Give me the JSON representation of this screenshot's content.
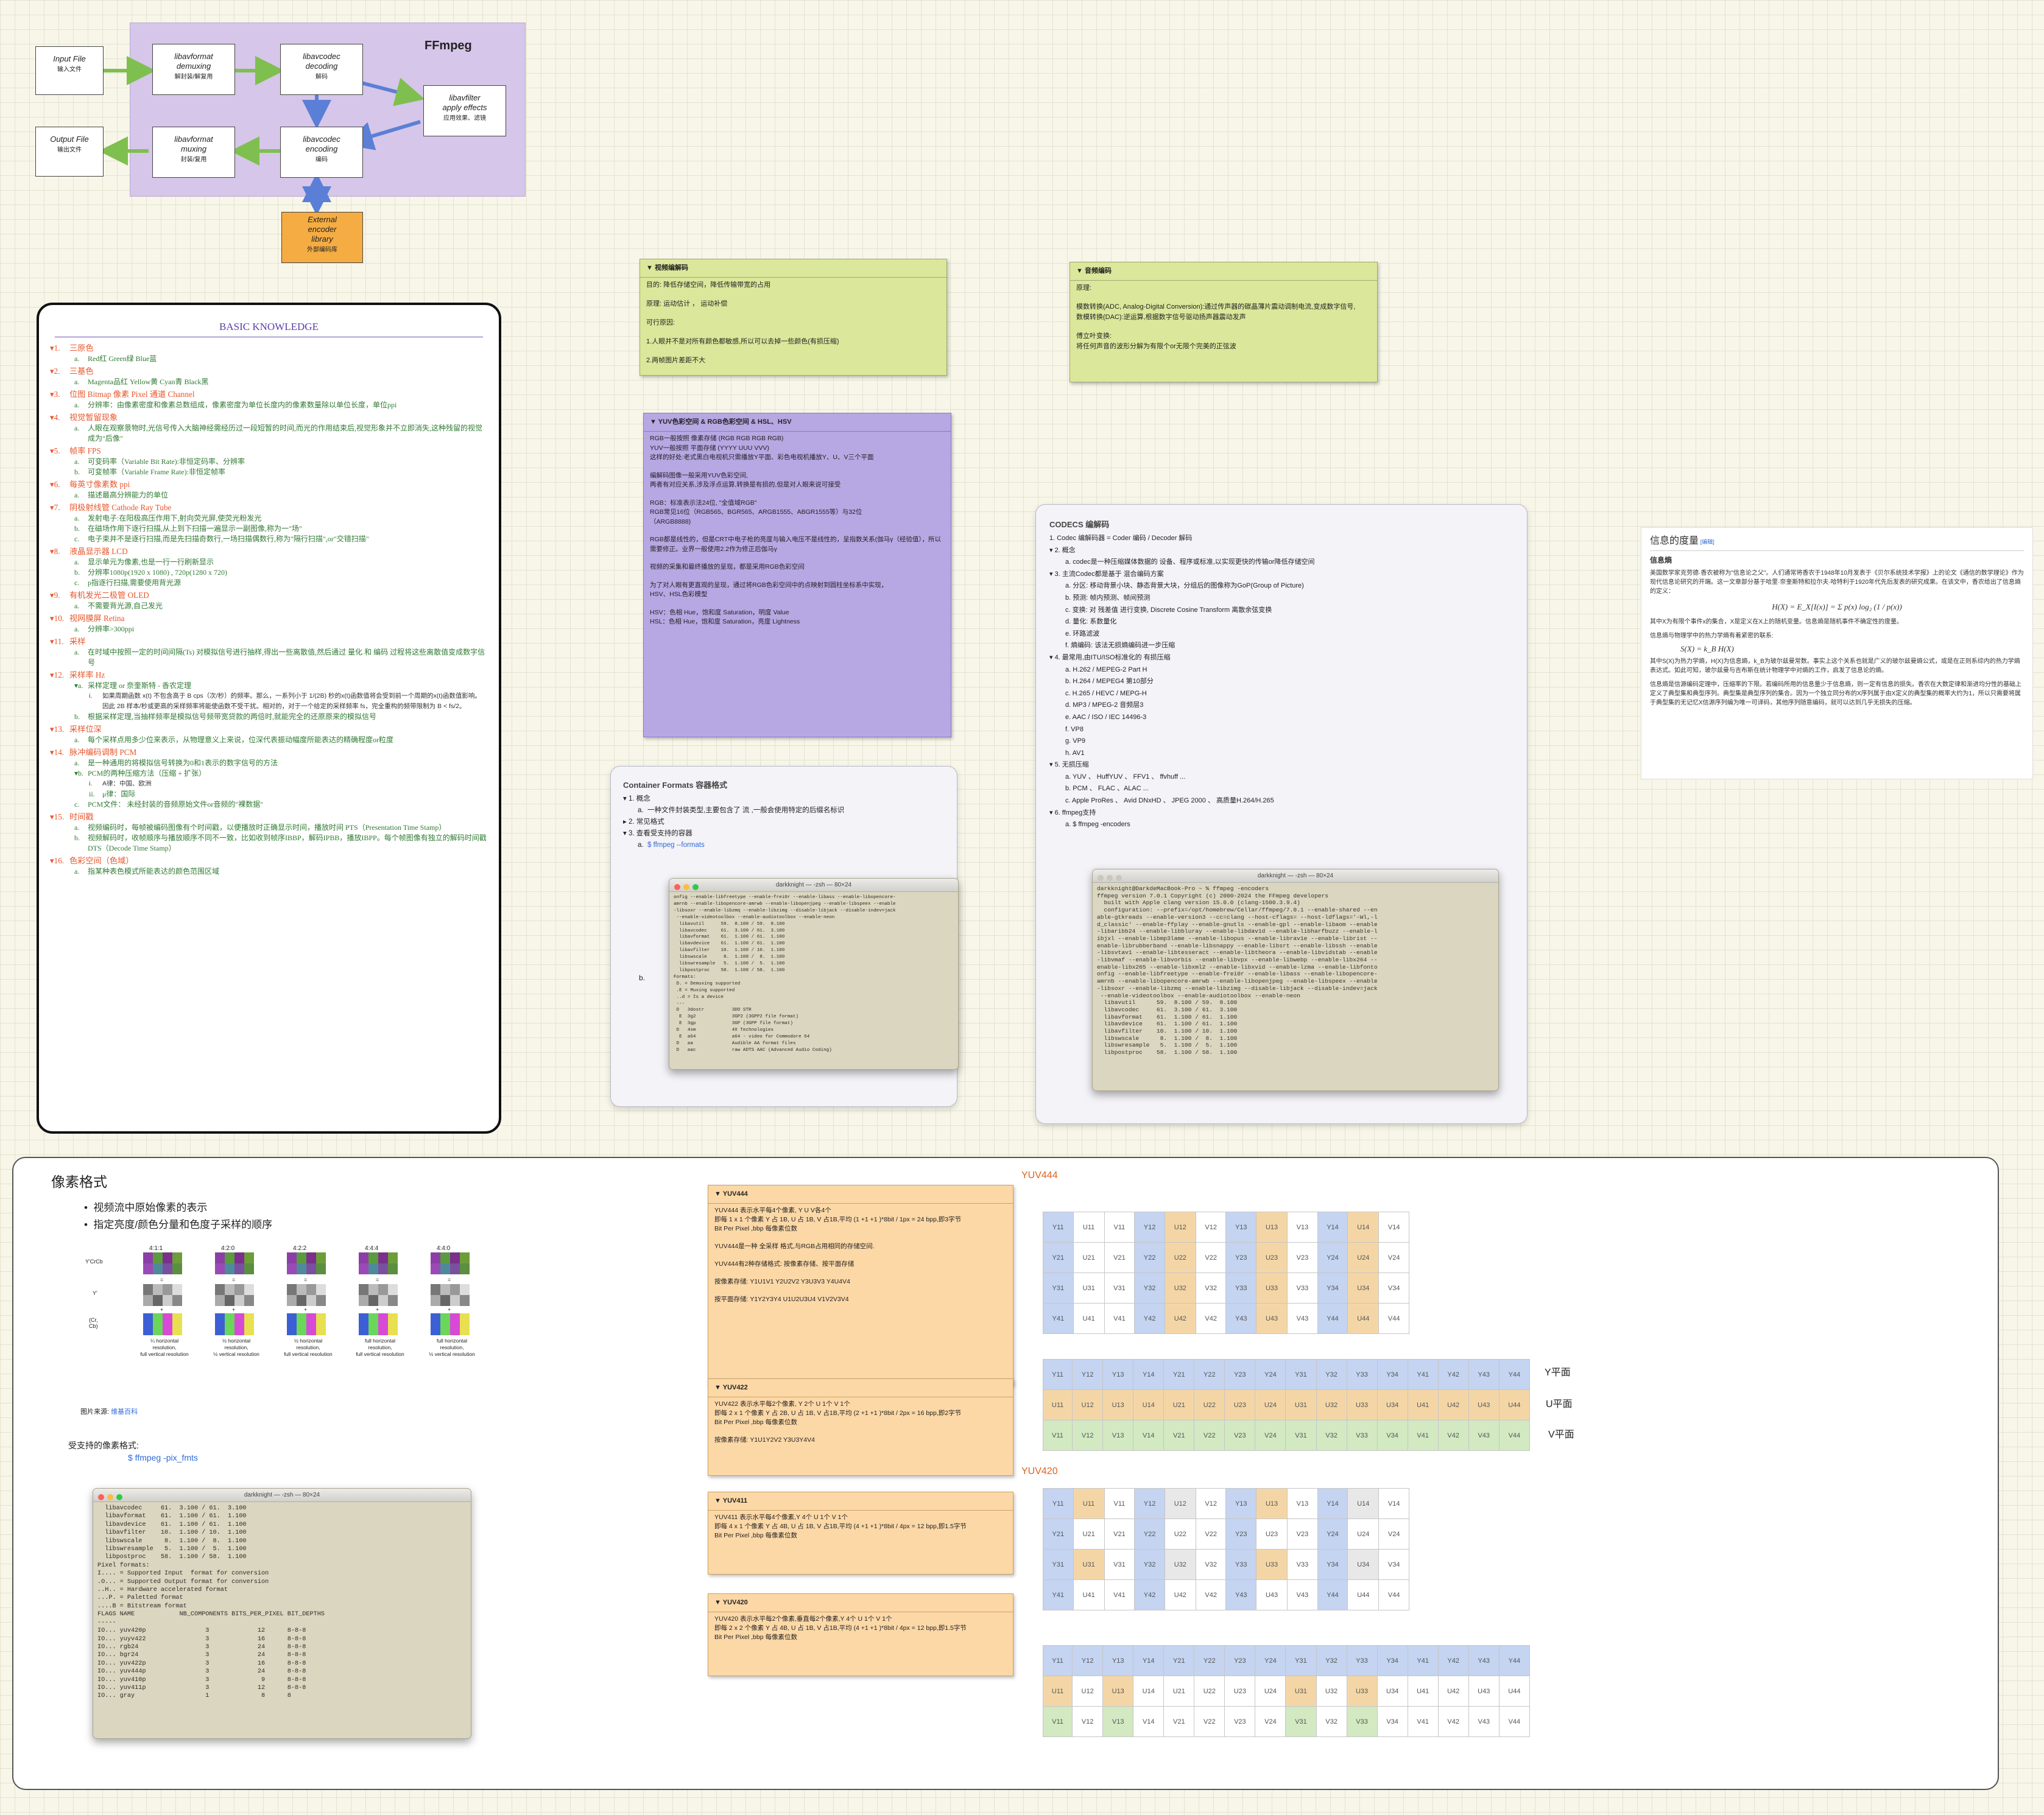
{
  "flow": {
    "title": "FFmpeg",
    "input": {
      "t": "Input File",
      "s": "输入文件"
    },
    "output": {
      "t": "Output File",
      "s": "输出文件"
    },
    "demux": {
      "t": "libavformat\ndemuxing",
      "s": "解封装/解复用"
    },
    "decode": {
      "t": "libavcodec\ndecoding",
      "s": "解码"
    },
    "filter": {
      "t": "libavfilter\napply effects",
      "s": "应用效果、滤镜"
    },
    "mux": {
      "t": "libavformat\nmuxing",
      "s": "封装/复用"
    },
    "encode": {
      "t": "libavcodec\nencoding",
      "s": "编码"
    },
    "external": {
      "t": "External\nencoder\nlibrary",
      "s": "外部编码库"
    }
  },
  "knowledge": {
    "title": "BASIC KNOWLEDGE",
    "items": [
      {
        "n": "▾1.",
        "h": "三原色",
        "c": "#e8562b",
        "subs": [
          [
            "a.",
            "Red红  Green绿  Blue蓝"
          ]
        ]
      },
      {
        "n": "▾2.",
        "h": "三基色",
        "c": "#e8562b",
        "subs": [
          [
            "a.",
            "Magenta品红  Yellow黄  Cyan青  Black黑"
          ]
        ]
      },
      {
        "n": "▾3.",
        "h": "位图 Bitmap  像素 Pixel  通道  Channel",
        "c": "#e8562b",
        "subs": [
          [
            "a.",
            "分辨率：由像素密度和像素总数组成，像素密度为单位长度内的像素数量除以单位长度，单位ppi"
          ]
        ]
      },
      {
        "n": "▾4.",
        "h": "视觉暂留现象",
        "c": "#e8562b",
        "subs": [
          [
            "a.",
            "人眼在观察景物时,光信号传入大脑神经需经历过一段短暂的时间,而光的作用结束后,视觉形象并不立即消失,这种残留的视觉成为\"后像\""
          ]
        ]
      },
      {
        "n": "▾5.",
        "h": "帧率 FPS",
        "c": "#e8562b",
        "subs": [
          [
            "a.",
            "可变码率（Variable Bit Rate):非恒定码率、分辨率"
          ],
          [
            "b.",
            "可变帧率（Variable Frame Rate):非恒定帧率"
          ]
        ]
      },
      {
        "n": "▾6.",
        "h": "每英寸像素数 ppi",
        "c": "#e8562b",
        "subs": [
          [
            "a.",
            "描述最高分辨能力的单位"
          ]
        ]
      },
      {
        "n": "▾7.",
        "h": "阴极射线管 Cathode Ray Tube",
        "c": "#e8562b",
        "subs": [
          [
            "a.",
            "发射电子:在阳极高压作用下,射向荧光屏,使荧光粉发光"
          ],
          [
            "b.",
            "在磁场作用下逐行扫描,从上到下扫描一遍显示一副图像,称为一\"场\""
          ],
          [
            "c.",
            "电子束并不是逐行扫描,而是先扫描奇数行,一场扫描偶数行,称为\"隔行扫描\",or\"交错扫描\""
          ]
        ]
      },
      {
        "n": "▾8.",
        "h": "液晶显示器 LCD",
        "c": "#e8562b",
        "subs": [
          [
            "a.",
            "显示单元为像素,也是一行一行刷新显示"
          ],
          [
            "b.",
            "分辨率1080p(1920 x 1080) , 720p(1280 x 720)"
          ],
          [
            "c.",
            "p指逐行扫描,需要使用背光源"
          ]
        ]
      },
      {
        "n": "▾9.",
        "h": "有机发光二极管 OLED",
        "c": "#e8562b",
        "subs": [
          [
            "a.",
            "不需要背光源,自己发光"
          ]
        ]
      },
      {
        "n": "▾10.",
        "h": "视网膜屏 Retina",
        "c": "#e8562b",
        "subs": [
          [
            "a.",
            "分辨率>300ppi"
          ]
        ]
      },
      {
        "n": "▾11.",
        "h": "采样",
        "c": "#e8562b",
        "subs": [
          [
            "a.",
            "在时域中按照一定的时间间隔(Ts) 对模拟信号进行抽样,得出一些离散值,然后通过 量化 和 编码 过程将这些离散值变成数字信号"
          ]
        ]
      },
      {
        "n": "▾12.",
        "h": "采样率 Hz",
        "c": "#e8562b",
        "subs": [
          [
            "▾a.",
            "采样定理 or 奈奎斯特 - 香农定理"
          ],
          [
            "i.",
            "如果周期函数 x(t) 不包含高于 B cps（次/秒）的频率。那么，一系列小于 1/(2B) 秒的x(t)函数值将会受到前一个周期的x(t)函数值影响。"
          ],
          [
            "",
            "因此 2B 样本/秒或更高的采样频率将能使函数不受干扰。相对的，对于一个给定的采样频率 fs，完全重构的频带限制为 B < fs/2。"
          ],
          [
            "b.",
            "根据采样定理,当抽样频率是模拟信号频带宽贷款的两倍时,就能完全的还原原来的模拟信号"
          ]
        ]
      },
      {
        "n": "▾13.",
        "h": "采样位深",
        "c": "#e8562b",
        "subs": [
          [
            "a.",
            "每个采样点用多少位来表示，从物理意义上来说，位深代表振动幅度所能表达的精确程度or粒度"
          ]
        ]
      },
      {
        "n": "▾14.",
        "h": "脉冲编码调制 PCM",
        "c": "#e8562b",
        "subs": [
          [
            "a.",
            "是一种通用的将模拟信号转换为0和1表示的数字信号的方法"
          ],
          [
            "▾b.",
            "PCM的两种压缩方法（压缩 + 扩张）"
          ],
          [
            "i.",
            "A律：中国、欧洲"
          ],
          [
            "ii.",
            "μ律：国际"
          ],
          [
            "c.",
            "PCM文件： 未经封装的音频原始文件or音频的\"裸数据\""
          ]
        ]
      },
      {
        "n": "▾15.",
        "h": "时间戳",
        "c": "#e8562b",
        "subs": [
          [
            "a.",
            "视频编码时，每帧被编码图像有个时间戳，以便播放时正确显示时间，播放时间 PTS（Presentation Time Stamp）"
          ],
          [
            "b.",
            "视频解码时，收帧顺序与播放顺序不同不一致，比如收到帧序IBBP，解码IPBB，播放IBPP。每个帧图像有独立的解码时间戳DTS（Decode Time Stamp）"
          ]
        ]
      },
      {
        "n": "▾16.",
        "h": "色彩空间（色域）",
        "c": "#e8562b",
        "subs": [
          [
            "a.",
            "指某种表色模式所能表达的颜色范围区域"
          ]
        ]
      }
    ]
  },
  "video_codec": {
    "title": "▼  视频编解码",
    "lines": [
      "目的: 降低存储空间，降低传输带宽的占用",
      "",
      "原理: 运动估计 ，  运动补偿",
      "",
      "可行原因:",
      "",
      "1.人眼并不是对所有颜色都敏感,所以可以去掉一些颜色(有损压缩)",
      "",
      "2.两帧图片差距不大"
    ]
  },
  "audio_codec": {
    "title": "▼  音频编码",
    "lines": [
      "原理:",
      "",
      "模数转换(ADC, Analog-Digital Conversion):通过传声器的碳晶薄片震动调制电流,变成数字信号,",
      "数模转换(DAC):逆运算,根据数字信号驱动扬声器震动发声",
      "",
      "傅立叶变换:",
      "将任何声音的波形分解为有限个or无限个完美的正弦波"
    ]
  },
  "yuv_space": {
    "title": "▼  YUV色彩空间 & RGB色彩空间 & HSL、HSV",
    "lines": [
      "RGB一般按照 像素存储 (RGB RGB RGB RGB)",
      "YUV一般按照 平面存储 (YYYY  UUU VVV)",
      "      这样的好处:老式黑白电视机只需播放Y平面、彩色电视机播放Y、U、V三个平面",
      "",
      "编解码图像一般采用YUV色彩空间,",
      "两者有对应关系,涉及浮点运算,转换是有损的,但是对人眼来说可接受",
      "",
      "RGB：标准表示法24位, \"全值域RGB\"",
      "RGB常见16位（RGB565、BGR565、ARGB1555、ABGR1555等）与32位",
      "  （ARGB8888)",
      "",
      "RGB都是线性的，但是CRT中电子枪的亮度与输入电压不是线性的，呈指数关系(伽马γ（经验值），所以需要修正。业界一般使用2.2作为修正后伽马γ",
      "",
      "视频的采集和最终播放的呈现，都是采用RGB色彩空间",
      "",
      "为了对人眼有更直观的呈现，通过将RGB色彩空间中的点映射到圆柱坐标系中实现，",
      "HSV、HSL色彩模型",
      "",
      "HSV：色相 Hue，饱和度 Saturation，明度 Value",
      "HSL：色相 Hue，饱和度 Saturation，亮度 Lightness"
    ]
  },
  "container": {
    "title": "Container Formats 容器格式",
    "l1": "▾ 1.  概念",
    "l1a": "一种文件封装类型,主要包含了 流 ,一般会使用特定的后缀名标识",
    "l2": "▸ 2.  常见格式",
    "l3": "▾ 3.  查看受支持的容器",
    "cmd": "$ ffmpeg --formats",
    "b": "b."
  },
  "codecs": {
    "title": "CODECS  编解码",
    "lines": [
      {
        "i": 0,
        "t": "1.  Codec 编解码器 = Coder 编码 / Decoder 解码"
      },
      {
        "i": 0,
        "t": "▾ 2.  概念"
      },
      {
        "i": 1,
        "t": "a.  codec是一种压缩媒体数据的 设备、程序或标准,以实现更快的传输or降低存储空间"
      },
      {
        "i": 0,
        "t": "▾ 3.  主流Codec都是基于 混合编码方案"
      },
      {
        "i": 1,
        "t": "a.  分区:    移动背景小块、静态背景大块，分组后的图像称为GoP(Group of Picture)"
      },
      {
        "i": 1,
        "t": "b.  预测:    帧内预测、帧间预测"
      },
      {
        "i": 1,
        "t": "c.  变换:    对 残差值 进行变换, Discrete Cosine Transform 离散余弦变换"
      },
      {
        "i": 1,
        "t": "d.  量化:    系数量化"
      },
      {
        "i": 1,
        "t": "e.  环路滤波"
      },
      {
        "i": 1,
        "t": "f.  熵编码:  该法无损熵编码进一步压缩"
      },
      {
        "i": 0,
        "t": "▾ 4.  最常用,由ITU/ISO标准化的 有损压缩"
      },
      {
        "i": 1,
        "t": "a.  H.262 / MEPEG-2 Part H"
      },
      {
        "i": 1,
        "t": "b.  H.264  /  MEPEG4 第10部分"
      },
      {
        "i": 1,
        "t": "c.  H.265  /  HEVC  /  MEPG-H"
      },
      {
        "i": 1,
        "t": "d.  MP3  /  MPEG-2 音频层3"
      },
      {
        "i": 1,
        "t": "e.  AAC  /  ISO  /  IEC 14496-3"
      },
      {
        "i": 1,
        "t": "f.  VP8"
      },
      {
        "i": 1,
        "t": "g.  VP9"
      },
      {
        "i": 1,
        "t": "h.  AV1"
      },
      {
        "i": 0,
        "t": "▾ 5.  无损压缩"
      },
      {
        "i": 1,
        "t": "a.  YUV 、 HuffYUV 、 FFV1 、 ffvhuff ..."
      },
      {
        "i": 1,
        "t": "b.  PCM 、 FLAC 、ALAC ..."
      },
      {
        "i": 1,
        "t": "c.  Apple ProRes 、 Avid DNxHD 、 JPEG 2000 、 高质量H.264/H.265"
      },
      {
        "i": 0,
        "t": "▾ 6.  ffmpeg支持"
      },
      {
        "i": 1,
        "t": "a.  $ ffmpeg -encoders"
      }
    ]
  },
  "entropy": {
    "title": "信息的度量",
    "edit": "[编辑]",
    "h2": "信息熵",
    "p1": "美国数学家克劳德·香农被称为\"信息论之父\"。人们通常将香农于1948年10月发表于《贝尔系统技术学报》上的论文《通信的数学理论》作为现代信息论研究的开端。这一文章部分基于哈里·奈奎斯特和拉尔夫·哈特利于1920年代先后发表的研究成果。在该文中，香农给出了信息熵的定义：",
    "f1": "H(X) = E_X[I(x)] = Σ p(x) log₂ (1 / p(x))",
    "p2": "其中X为有限个事件x的集合，X是定义在X上的随机变量。信息熵是随机事件不确定性的度量。",
    "p3": "信息熵与物理学中的热力学熵有着紧密的联系:",
    "f2": "S(X) = k_B H(X)",
    "p4": "其中S(X)为热力学熵，H(X)为信息熵，k_B为玻尔兹曼常数。事实上这个关系也就是广义的玻尔兹曼熵公式，或是在正则系综内的热力学熵表达式。如此可知，玻尔兹曼与吉布斯在统计物理学中对熵的工作，启发了信息论的熵。",
    "p5": "信息熵是信源编码定理中，压缩率的下限。若编码所用的信息量少于信息熵，则一定有信息的损失。香农在大数定律和渐进均分性的基础上定义了典型集和典型序列。典型集是典型序列的集合。因为一个独立同分布的X序列属于由X定义的典型集的概率大约为1，所以只需要将属于典型集的无记忆X信源序列编为唯一可译码，其他序列随意编码，就可以达到几乎无损失的压缩。"
  },
  "pixel": {
    "title": "像素格式",
    "bullet1": "视频流中原始像素的表示",
    "bullet2": "指定亮度/颜色分量和色度子采样的顺序",
    "sub_labels": [
      "4:1:1",
      "4:2:0",
      "4:2:2",
      "4:4:4",
      "4:4:0"
    ],
    "ycc": "Y'CrCb",
    "y": "Y'",
    "crcb": "(Cr,\nCb)",
    "captions": [
      "¼ horizontal\nresolution,\nfull vertical resolution",
      "½ horizontal\nresolution,\n½ vertical resolution",
      "½ horizontal\nresolution,\nfull vertical resolution",
      "full horizontal\nresolution,\nfull vertical resolution",
      "full horizontal\nresolution,\n½ vertical resolution"
    ],
    "source_label": "图片来源:",
    "source": "维基百科",
    "supported": "受支持的像素格式:",
    "cmd": "$ ffmpeg -pix_fmts"
  },
  "yuv_notes": [
    {
      "title": "▼  YUV444",
      "lines": [
        "YUV444   表示水平每4个像素, Y U V各4个",
        "即每 1 x 1 个像素 Y 占 1B, U 占 1B, V 占1B,平均 (1 +1 +1 )*8bit / 1px = 24 bpp,即3字节",
        "Bit Per Pixel ,bbp 每像素位数",
        "",
        "YUV444是一种  全采样  格式,与RGB占用相同的存储空间.",
        "",
        "YUV444有2种存储格式: 按像素存储、按平面存储",
        "",
        "按像素存储: Y1U1V1  Y2U2V2  Y3U3V3  Y4U4V4",
        "",
        "按平面存储: Y1Y2Y3Y4  U1U2U3U4  V1V2V3V4"
      ]
    },
    {
      "title": "▼  YUV422",
      "lines": [
        "YUV422   表示水平每2个像素, Y 2个  U  1个  V  1个",
        "即每 2 x 1 个像素 Y 占 2B, U 占 1B, V 占1B,平均 (2 +1 +1 )*8bit / 2px = 16 bpp,即2字节",
        "Bit Per Pixel ,bbp 每像素位数",
        "",
        "按像素存储: Y1U1Y2V2  Y3U3Y4V4"
      ]
    },
    {
      "title": "▼  YUV411",
      "lines": [
        "YUV411   表示水平每4个像素,Y 4个  U  1个  V  1个",
        "即每 4 x 1 个像素 Y 占 4B, U 占 1B, V 占1B,平均 (4 +1 +1 )*8bit / 4px = 12 bpp,即1.5字节",
        "Bit Per Pixel ,bbp 每像素位数"
      ]
    },
    {
      "title": "▼  YUV420",
      "lines": [
        "YUV420  表示水平每2个像素,垂直每2个像素,Y 4个  U  1个  V  1个",
        "即每 2 x 2 个像素 Y 占 4B, U 占 1B, V 占1B,平均 (4 +1 +1 )*8bit / 4px = 12 bpp,即1.5字节",
        "Bit Per Pixel ,bbp 每像素位数"
      ]
    }
  ],
  "yuv_labels": {
    "h444": "YUV444",
    "h420": "YUV420",
    "yplane": "Y平面",
    "uplane": "U平面",
    "vplane": "V平面"
  },
  "grid444": [
    [
      "Y11",
      "U11",
      "V11",
      "Y12",
      "U12",
      "V12",
      "Y13",
      "U13",
      "V13",
      "Y14",
      "U14",
      "V14"
    ],
    [
      "Y21",
      "U21",
      "V21",
      "Y22",
      "U22",
      "V22",
      "Y23",
      "U23",
      "V23",
      "Y24",
      "U24",
      "V24"
    ],
    [
      "Y31",
      "U31",
      "V31",
      "Y32",
      "U32",
      "V32",
      "Y33",
      "U33",
      "V33",
      "Y34",
      "U34",
      "V34"
    ],
    [
      "Y41",
      "U41",
      "V41",
      "Y42",
      "U42",
      "V42",
      "Y43",
      "U43",
      "V43",
      "Y44",
      "U44",
      "V44"
    ]
  ],
  "planes444": [
    [
      "Y11",
      "Y12",
      "Y13",
      "Y14",
      "Y21",
      "Y22",
      "Y23",
      "Y24",
      "Y31",
      "Y32",
      "Y33",
      "Y34",
      "Y41",
      "Y42",
      "Y43",
      "Y44"
    ],
    [
      "U11",
      "U12",
      "U13",
      "U14",
      "U21",
      "U22",
      "U23",
      "U24",
      "U31",
      "U32",
      "U33",
      "U34",
      "U41",
      "U42",
      "U43",
      "U44"
    ],
    [
      "V11",
      "V12",
      "V13",
      "V14",
      "V21",
      "V22",
      "V23",
      "V24",
      "V31",
      "V32",
      "V33",
      "V34",
      "V41",
      "V42",
      "V43",
      "V44"
    ]
  ],
  "term_formats": {
    "title": "darkknight — -zsh — 80×24",
    "text": "onfig --enable-libfreetype --enable-frei0r --enable-libass --enable-libopencore-\namrnb --enable-libopencore-amrwb --enable-libopenjpeg --enable-libspeex --enable\n-libsoxr --enable-libzmq --enable-libzimg --disable-libjack --disable-indev=jack\n --enable-videotoolbox --enable-audiotoolbox --enable-neon\n  libavutil      59.  8.100 / 59.  8.100\n  libavcodec     61.  3.100 / 61.  3.100\n  libavformat    61.  1.100 / 61.  1.100\n  libavdevice    61.  1.100 / 61.  1.100\n  libavfilter    10.  1.100 / 10.  1.100\n  libswscale      8.  1.100 /  8.  1.100\n  libswresample   5.  1.100 /  5.  1.100\n  libpostproc    58.  1.100 / 58.  1.100\nFormats:\n D. = Demuxing supported\n .E = Muxing supported\n ..d = Is a device\n ---\n D   3dostr          3DO STR\n  E  3g2             3GP2 (3GPP2 file format)\n  E  3gp             3GP (3GPP file format)\n D   4xm             4X Technologies\n  E  a64             a64 - video for Commodore 64\n D   aa              Audible AA format files\n D   aac             raw ADTS AAC (Advanced Audio Coding)"
  },
  "term_encoders": {
    "title": "darkknight — -zsh — 80×24",
    "text": "darkknight@DarkdeMacBook-Pro ~ % ffmpeg -encoders\nffmpeg version 7.0.1 Copyright (c) 2000-2024 the FFmpeg developers\n  built with Apple clang version 15.0.0 (clang-1500.3.9.4)\n  configuration: --prefix=/opt/homebrew/Cellar/ffmpeg/7.0.1 --enable-shared --en\nable-gtkreads --enable-version3 --cc=clang --host-cflags= --host-ldflags='-Wl,-l\nd_classic' --enable-ffplay --enable-gnutls --enable-gpl --enable-libaom --enable\n-libaribb24 --enable-libbluray --enable-libdav1d --enable-libharfbuzz --enable-l\nibjxl --enable-libmp3lame --enable-libopus --enable-librav1e --enable-librist --\nenable-librubberband --enable-libsnappy --enable-libsrt --enable-libssh --enable\n-libsvtav1 --enable-libtesseract --enable-libtheora --enable-libvidstab --enable\n-libvmaf --enable-libvorbis --enable-libvpx --enable-libwebp --enable-libx264 --\nenable-libx265 --enable-libxml2 --enable-libxvid --enable-lzma --enable-libfonto\nonfig --enable-libfreetype --enable-frei0r --enable-libass --enable-libopencore-\namrnb --enable-libopencore-amrwb --enable-libopenjpeg --enable-libspeex --enable\n-libsoxr --enable-libzmq --enable-libzimg --disable-libjack --disable-indev=jack\n --enable-videotoolbox --enable-audiotoolbox --enable-neon\n  libavutil      59.  8.100 / 59.  8.100\n  libavcodec     61.  3.100 / 61.  3.100\n  libavformat    61.  1.100 / 61.  1.100\n  libavdevice    61.  1.100 / 61.  1.100\n  libavfilter    10.  1.100 / 10.  1.100\n  libswscale      8.  1.100 /  8.  1.100\n  libswresample   5.  1.100 /  5.  1.100\n  libpostproc    58.  1.100 / 58.  1.100"
  },
  "term_pix": {
    "title": "darkknight — -zsh — 80×24",
    "text": "  libavcodec     61.  3.100 / 61.  3.100\n  libavformat    61.  1.100 / 61.  1.100\n  libavdevice    61.  1.100 / 61.  1.100\n  libavfilter    10.  1.100 / 10.  1.100\n  libswscale      8.  1.100 /  8.  1.100\n  libswresample   5.  1.100 /  5.  1.100\n  libpostproc    58.  1.100 / 58.  1.100\nPixel formats:\nI.... = Supported Input  format for conversion\n.O... = Supported Output format for conversion\n..H.. = Hardware accelerated format\n...P. = Paletted format\n....B = Bitstream format\nFLAGS NAME            NB_COMPONENTS BITS_PER_PIXEL BIT_DEPTHS\n-----\nIO... yuv420p                3             12      8-8-8\nIO... yuyv422                3             16      8-8-8\nIO... rgb24                  3             24      8-8-8\nIO... bgr24                  3             24      8-8-8\nIO... yuv422p                3             16      8-8-8\nIO... yuv444p                3             24      8-8-8\nIO... yuv410p                3              9      8-8-8\nIO... yuv411p                3             12      8-8-8\nIO... gray                   1              8      8"
  },
  "colors": {
    "y": "#c4d4f1",
    "u": "#f4d6a6",
    "v": "#d2e9c2",
    "orange_note": "#fcd8a7",
    "purple_note": "#b7a7e3",
    "green_note": "#dbe79a",
    "accent": "#e8562b"
  }
}
